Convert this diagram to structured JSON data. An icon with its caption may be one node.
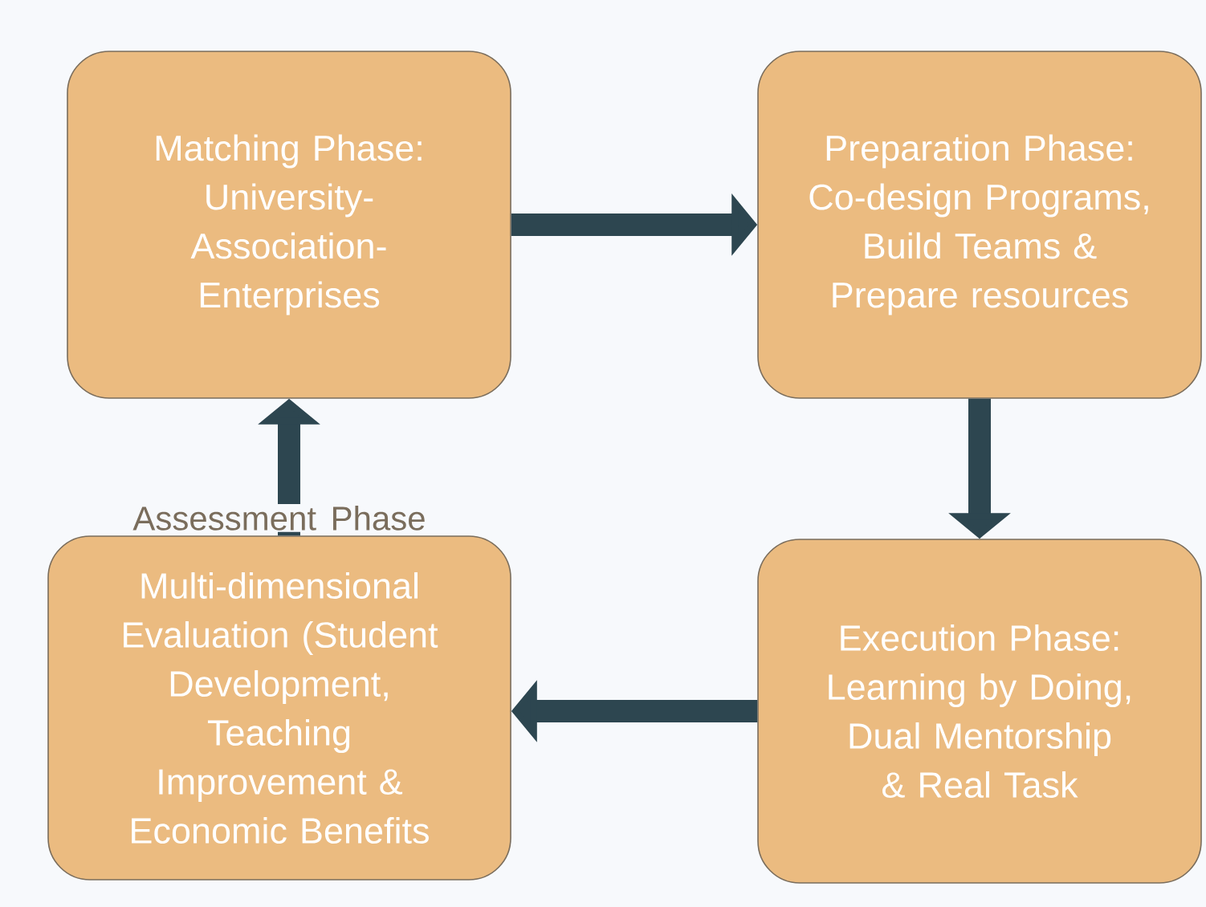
{
  "diagram": {
    "nodes": [
      {
        "text": [
          "Matching Phase: University-Association-Enterprises"
        ]
      },
      {
        "text": [
          "Preparation Phase: Co-design Programs, Build Teams & Prepare resources"
        ]
      },
      {
        "text": [
          "Execution Phase: Learning by Doing, Dual Mentorship & Real Task"
        ]
      },
      {
        "text": [
          "Assessment Phase",
          "Multi-dimensional Evaluation (Student Development, Teaching Improvement & Economic Benefits"
        ]
      }
    ],
    "edges": [
      {
        "from": 0,
        "to": 1,
        "arrow": "to"
      },
      {
        "from": 1,
        "to": 2,
        "arrow": "to"
      },
      {
        "from": 2,
        "to": 3,
        "arrow": "to"
      },
      {
        "from": 3,
        "to": 0,
        "arrow": "to"
      }
    ]
  }
}
